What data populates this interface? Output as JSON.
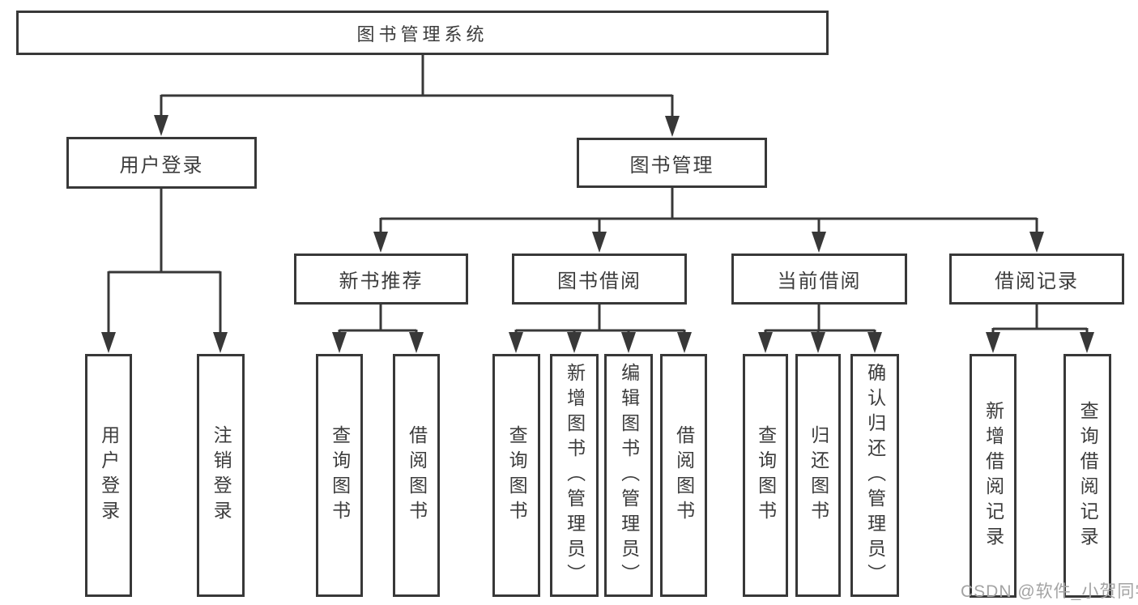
{
  "title": {
    "label": "图书管理系统"
  },
  "level2": {
    "user_login": {
      "label": "用户登录"
    },
    "book_mgmt": {
      "label": "图书管理"
    }
  },
  "level3": {
    "new_books": {
      "label": "新书推荐"
    },
    "borrow": {
      "label": "图书借阅"
    },
    "current": {
      "label": "当前借阅"
    },
    "records": {
      "label": "借阅记录"
    }
  },
  "leaves": {
    "user_login": {
      "label": "用户登录"
    },
    "logout": {
      "label": "注销登录"
    },
    "query_book_new": {
      "label": "查询图书"
    },
    "borrow_book_new": {
      "label": "借阅图书"
    },
    "query_book_borrow": {
      "label": "查询图书"
    },
    "add_book": {
      "label": "新增图书（管理员）"
    },
    "edit_book": {
      "label": "编辑图书（管理员）"
    },
    "borrow_book_borrow": {
      "label": "借阅图书"
    },
    "query_book_current": {
      "label": "查询图书"
    },
    "return_book": {
      "label": "归还图书"
    },
    "confirm_return": {
      "label": "确认归还（管理员）"
    },
    "add_borrow_record": {
      "label": "新增借阅记录"
    },
    "query_borrow_record": {
      "label": "查询借阅记录"
    }
  },
  "watermark": {
    "text": "CSDN @软件_小贺同学"
  },
  "colors": {
    "line": "#383838",
    "text": "#3c3c3c",
    "watermark": "#a3a3a3",
    "background": "#ffffff"
  }
}
